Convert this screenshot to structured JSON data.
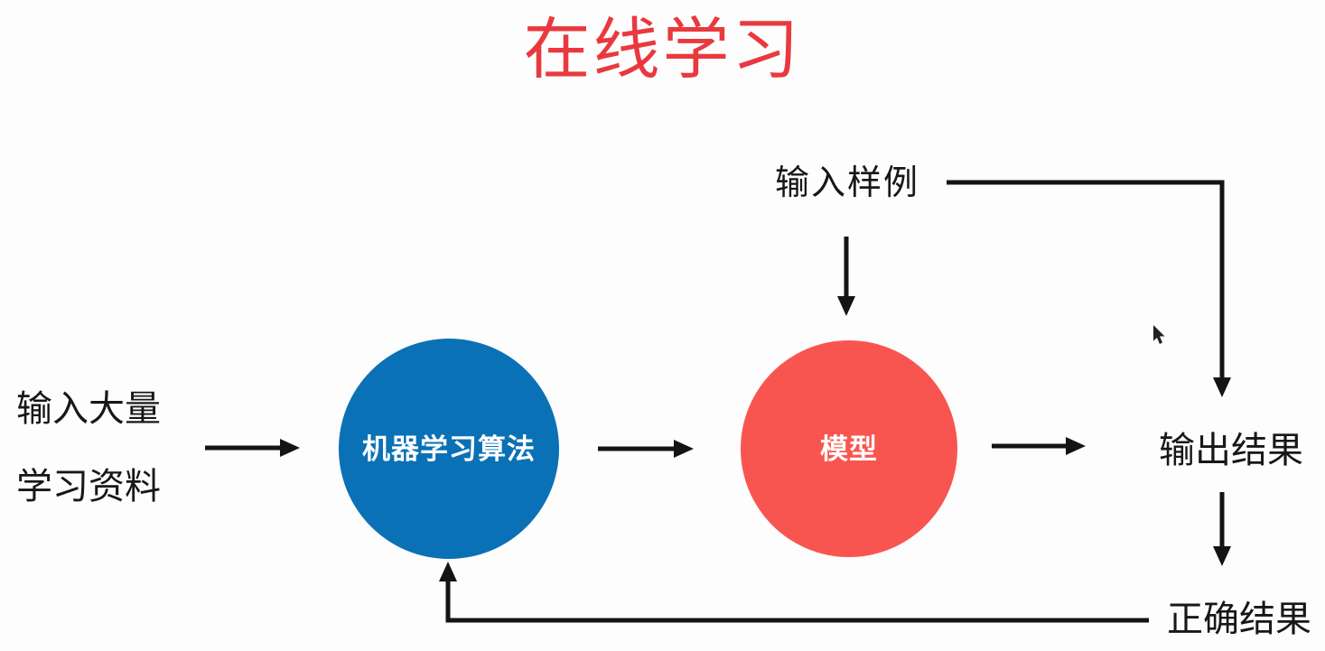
{
  "page": {
    "background": "#fdfdfd",
    "line_color": "#141414",
    "text_color": "#171717"
  },
  "title": {
    "text": "在线学习",
    "color": "#e9393f"
  },
  "labels": {
    "input_sample": "输入样例",
    "input_data_line1": "输入大量",
    "input_data_line2": "学习资料",
    "output_result": "输出结果",
    "correct_result": "正确结果"
  },
  "nodes": {
    "algorithm": {
      "label": "机器学习算法",
      "fill": "#0b71b6",
      "text_color": "#ffffff"
    },
    "model": {
      "label": "模型",
      "fill": "#f95550",
      "text_color": "#ffffff"
    }
  },
  "edges": [
    {
      "from": "input-learning-data",
      "to": "algorithm",
      "style": "straight-arrow"
    },
    {
      "from": "algorithm",
      "to": "model",
      "style": "straight-arrow"
    },
    {
      "from": "model",
      "to": "output-result",
      "style": "straight-arrow"
    },
    {
      "from": "input-sample",
      "to": "model",
      "style": "straight-arrow"
    },
    {
      "from": "input-sample",
      "to": "output-result",
      "style": "elbow-arrow"
    },
    {
      "from": "output-result",
      "to": "correct-result",
      "style": "straight-arrow"
    },
    {
      "from": "correct-result",
      "to": "algorithm",
      "style": "elbow-arrow"
    }
  ],
  "cursor": {
    "type": "pointer-arrow",
    "color": "#222222"
  }
}
